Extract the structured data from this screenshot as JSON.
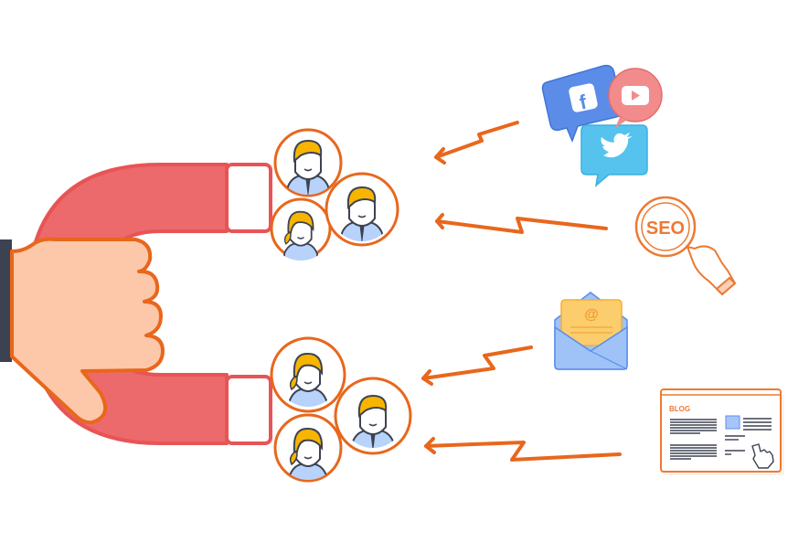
{
  "illustration": {
    "theme": "inbound marketing magnet attracting people",
    "colors": {
      "magnet_fill": "#ec6a6b",
      "magnet_stroke": "#e85456",
      "hand_fill": "#fdc7a9",
      "hand_stroke": "#e8671c",
      "sleeve": "#3d4252",
      "arrow": "#e8671c",
      "avatar_ring": "#e8671c",
      "hair": "#f7b500",
      "shirt": "#b7d2fb",
      "facebook": "#5b8de8",
      "youtube": "#f28c8c",
      "twitter": "#55c3ee",
      "envelope": "#9fc2f7",
      "letter": "#fccd6c",
      "seo": "#ec7a34",
      "blog_accent": "#ec7a34"
    },
    "channels": [
      {
        "name": "social",
        "icons": [
          "facebook",
          "youtube",
          "twitter"
        ]
      },
      {
        "name": "seo",
        "label": "SEO"
      },
      {
        "name": "email",
        "label": "@"
      },
      {
        "name": "blog",
        "label": "BLOG"
      }
    ],
    "groups": [
      {
        "name": "top-group",
        "people": [
          "man",
          "woman",
          "man"
        ]
      },
      {
        "name": "bottom-group",
        "people": [
          "woman",
          "man",
          "woman"
        ]
      }
    ]
  }
}
